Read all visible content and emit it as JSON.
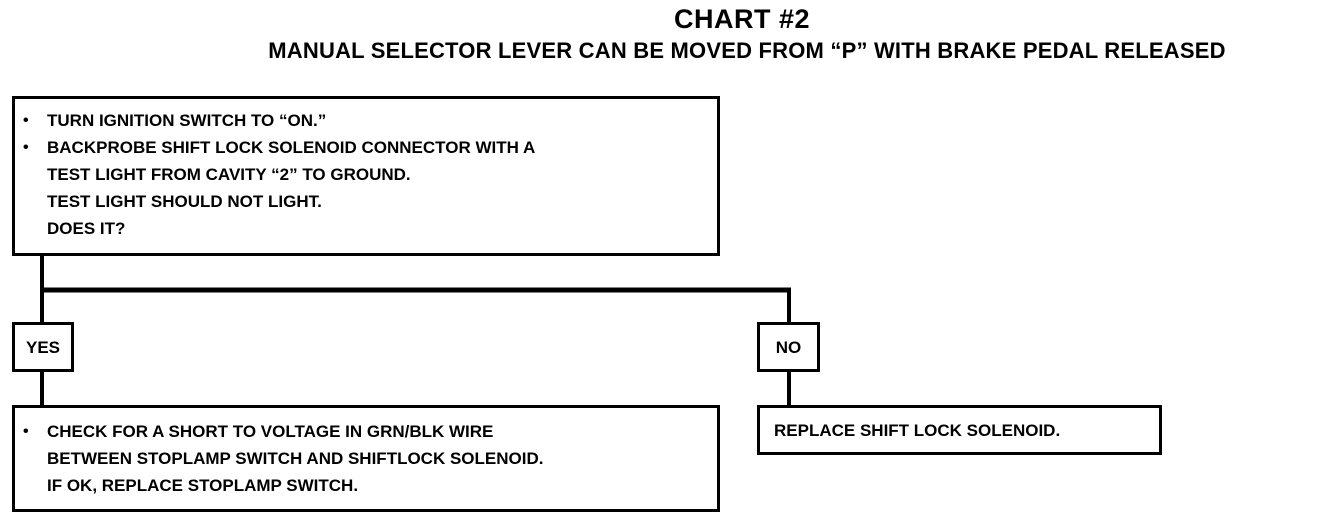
{
  "title": "CHART #2",
  "subtitle": "MANUAL SELECTOR LEVER CAN BE MOVED FROM “P” WITH BRAKE PEDAL RELEASED",
  "question": {
    "bullets": [
      "TURN IGNITION SWITCH TO “ON.”",
      "BACKPROBE SHIFT LOCK SOLENOID CONNECTOR WITH A"
    ],
    "lines": [
      "TEST LIGHT FROM CAVITY “2” TO GROUND.",
      "TEST LIGHT SHOULD NOT LIGHT.",
      "DOES IT?"
    ]
  },
  "branches": {
    "yes_label": "YES",
    "no_label": "NO"
  },
  "yes_result": {
    "bullet": "CHECK FOR A SHORT TO VOLTAGE IN GRN/BLK WIRE",
    "lines": [
      "BETWEEN STOPLAMP SWITCH AND SHIFTLOCK SOLENOID.",
      "IF OK, REPLACE STOPLAMP SWITCH."
    ]
  },
  "no_result": {
    "text": "REPLACE SHIFT LOCK SOLENOID."
  },
  "bullet_glyph": "•"
}
